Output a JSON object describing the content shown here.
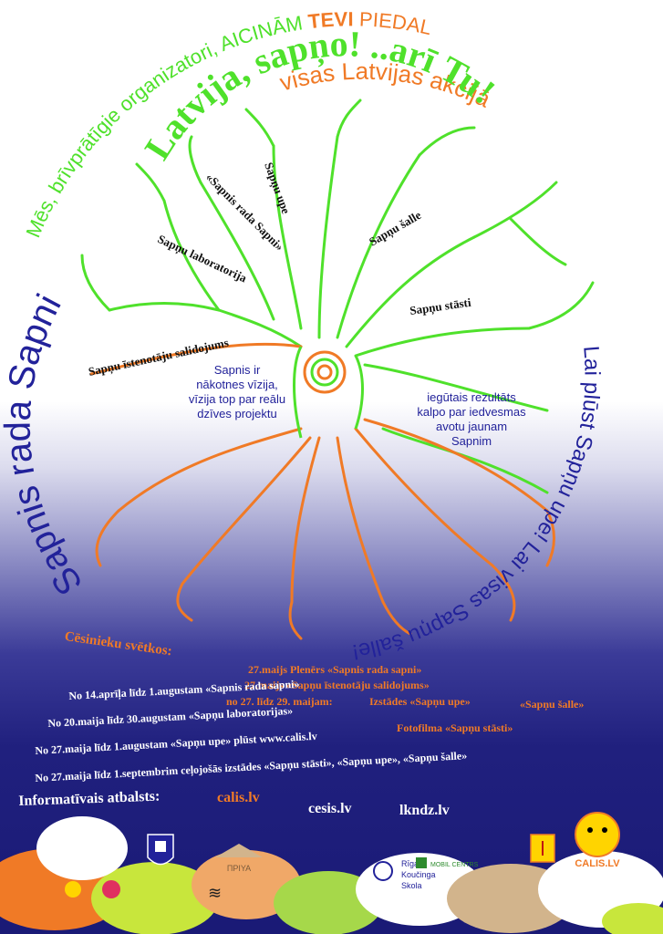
{
  "header": {
    "line1": "Mēs, brīvprātīgie organizatori, AICINĀM",
    "line1_tevi": "TEVI",
    "line1_end": "PIEDALĪTIES",
    "line2": "visas Latvijas akcijā",
    "slogan_a": "Latvija, sapņo!",
    "slogan_b": "..arī Tu!"
  },
  "arcs": {
    "left": "Sapnis rada Sapni",
    "right": "Lai plūst Sapņu upe! Lai visas Sapņu šalle!"
  },
  "branches": {
    "upe": "Sapņu upe",
    "rada": "«Sapnis rada Sapni»",
    "laboratorija": "Sapņu laboratorija",
    "salidojums": "Sapņu īstenotāju salidojums",
    "salle": "Sapņu šalle",
    "stasti": "Sapņu stāsti"
  },
  "texts": {
    "vision": [
      "Sapnis ir",
      "nākotnes vīzija,",
      "vīzija top par reālu",
      "dzīves   projektu"
    ],
    "result": [
      "iegūtais rezultāts",
      "kalpo par  iedvesmas",
      "avotu jaunam",
      "Sapnim"
    ]
  },
  "schedule": {
    "heading": "Cēsinieku svētkos:",
    "events": [
      "27.maijs    Plenērs  «Sapnis rada sapni»",
      "27.maijs  «Sapņu īstenotāju salidojums»",
      "no 27. līdz 29. maijam:",
      "Izstādes   «Sapņu upe»",
      "«Sapņu šalle»",
      "Fotofilma «Sapņu stāsti»"
    ],
    "lines": [
      "No 14.aprīļa līdz 1.augustam «Sapnis rada sapni»",
      "No 20.maija līdz 30.augustam «Sapņu laboratorijas»",
      "No 27.maija līdz 1.augustam «Sapņu upe» plūst www.calis.lv",
      "No 27.maija līdz 1.septembrim ceļojošās izstādes «Sapņu stāsti», «Sapņu upe», «Sapņu šalle»"
    ]
  },
  "support": {
    "label": "Informatīvais atbalsts:",
    "sites": [
      "calis.lv",
      "cesis.lv",
      "lkndz.lv"
    ]
  },
  "logos": {
    "calis": "CALIS.LV",
    "rigas": [
      "Rīgas",
      "Koučinga",
      "Skola"
    ],
    "ppiva": "ΠΡΙΥΑ",
    "center": "MOBIL CENTRS"
  },
  "colors": {
    "green": "#4fe12b",
    "orange": "#f07a26",
    "blue": "#22229a",
    "navy": "#1a1a76"
  }
}
